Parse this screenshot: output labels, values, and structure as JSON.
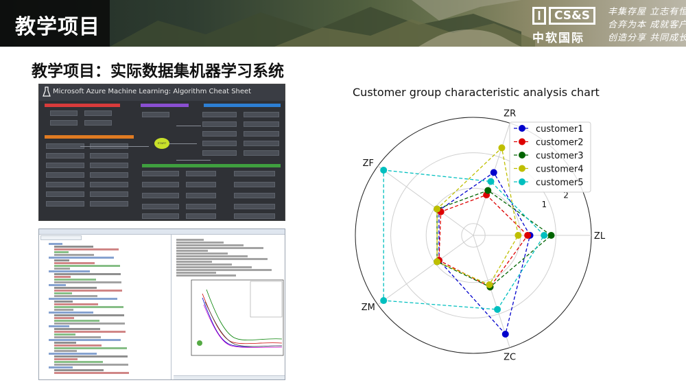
{
  "banner": {
    "title": "教学项目",
    "logo_mark": "I",
    "logo_text": "CS&S",
    "logo_cn": "中软国际",
    "slogans": [
      "丰集存屋  立志有恒",
      "合弃为本  成就客户",
      "创造分享  共同成长"
    ]
  },
  "heading": "教学项目：实际数据集机器学习系统",
  "azure": {
    "title": "Microsoft Azure Machine Learning: Algorithm Cheat Sheet",
    "start_label": "START"
  },
  "colors": {
    "customer1": "#0000cc",
    "customer2": "#dd0000",
    "customer3": "#006400",
    "customer4": "#bfbf00",
    "customer5": "#00bfbf",
    "azure_green": "#c8e02a"
  },
  "chart_data": {
    "type": "radar",
    "title": "Customer group characteristic analysis chart",
    "axes": [
      "ZL",
      "ZR",
      "ZF",
      "ZM",
      "ZC"
    ],
    "radial_ticks": [
      "1",
      "2"
    ],
    "rlim": [
      -2,
      3
    ],
    "grid": true,
    "legend_position": "top-right",
    "series": [
      {
        "name": "customer1",
        "values": [
          0.4,
          0.8,
          -0.2,
          -0.2,
          2.4
        ]
      },
      {
        "name": "customer2",
        "values": [
          0.3,
          -0.2,
          -0.3,
          -0.2,
          0.3
        ]
      },
      {
        "name": "customer3",
        "values": [
          1.3,
          0.0,
          -0.1,
          -0.1,
          0.3
        ]
      },
      {
        "name": "customer4",
        "values": [
          -0.1,
          1.9,
          -0.1,
          -0.1,
          0.2
        ]
      },
      {
        "name": "customer5",
        "values": [
          1.0,
          0.4,
          2.7,
          2.7,
          1.3
        ]
      }
    ]
  }
}
